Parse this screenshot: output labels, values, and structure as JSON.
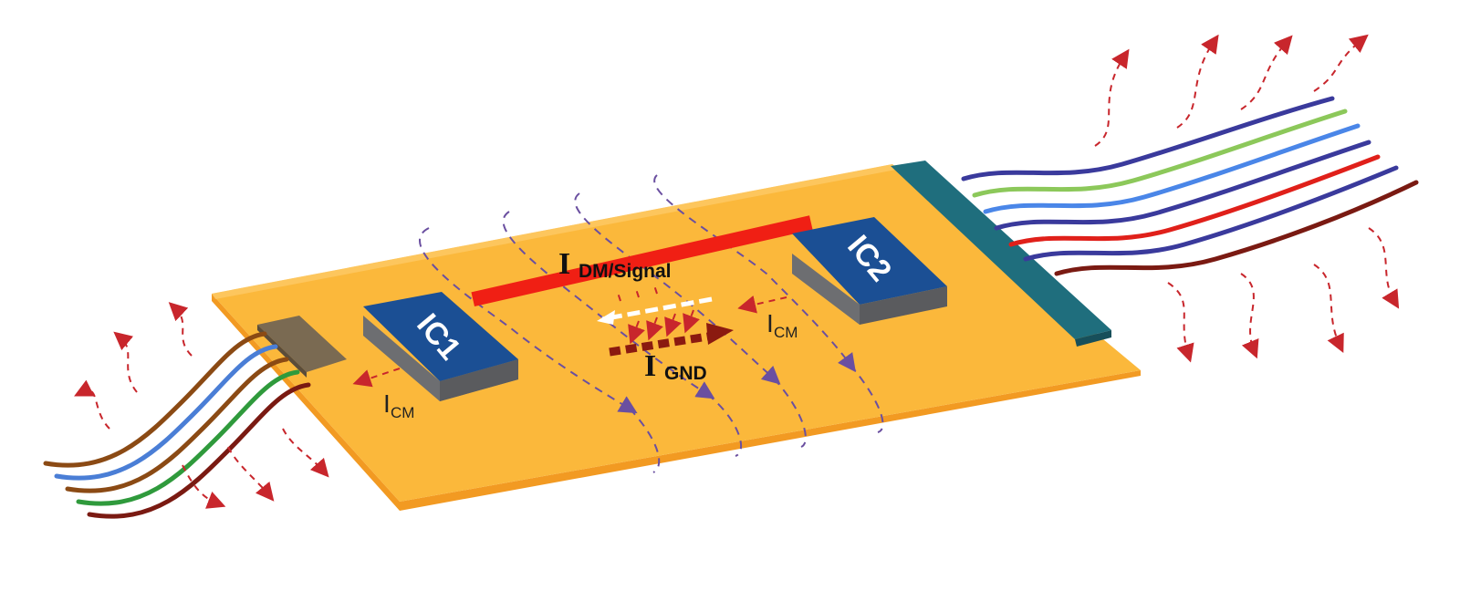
{
  "components": {
    "ic1": "IC1",
    "ic2": "IC2"
  },
  "currents": {
    "signal": {
      "main": "I",
      "sub": "DM/Signal"
    },
    "ground": {
      "main": "I",
      "sub": "GND"
    },
    "common_mode_left": {
      "main": "I",
      "sub": "CM"
    },
    "common_mode_right": {
      "main": "I",
      "sub": "CM"
    }
  },
  "colors": {
    "pcb": "#f9b73a",
    "pcb_edge": "#f4a12c",
    "ic_top": "#1b4f94",
    "ic_side": "#6d6e71",
    "trace": "#f01f14",
    "field_lines": "#6a4fa0",
    "radiation_arrows": "#c8262c",
    "connector_right": "#1f6e7d",
    "connector_left": "#7a6a52",
    "cable_left": [
      "#8b4a14",
      "#4a7ed6",
      "#8b4a14",
      "#2f9a3c",
      "#7a1a12"
    ],
    "cable_right": [
      "#3a3a9c",
      "#8cc85a",
      "#4a86e8",
      "#3a3a9c",
      "#e0201a",
      "#3a3a9c",
      "#7a1a12"
    ]
  }
}
